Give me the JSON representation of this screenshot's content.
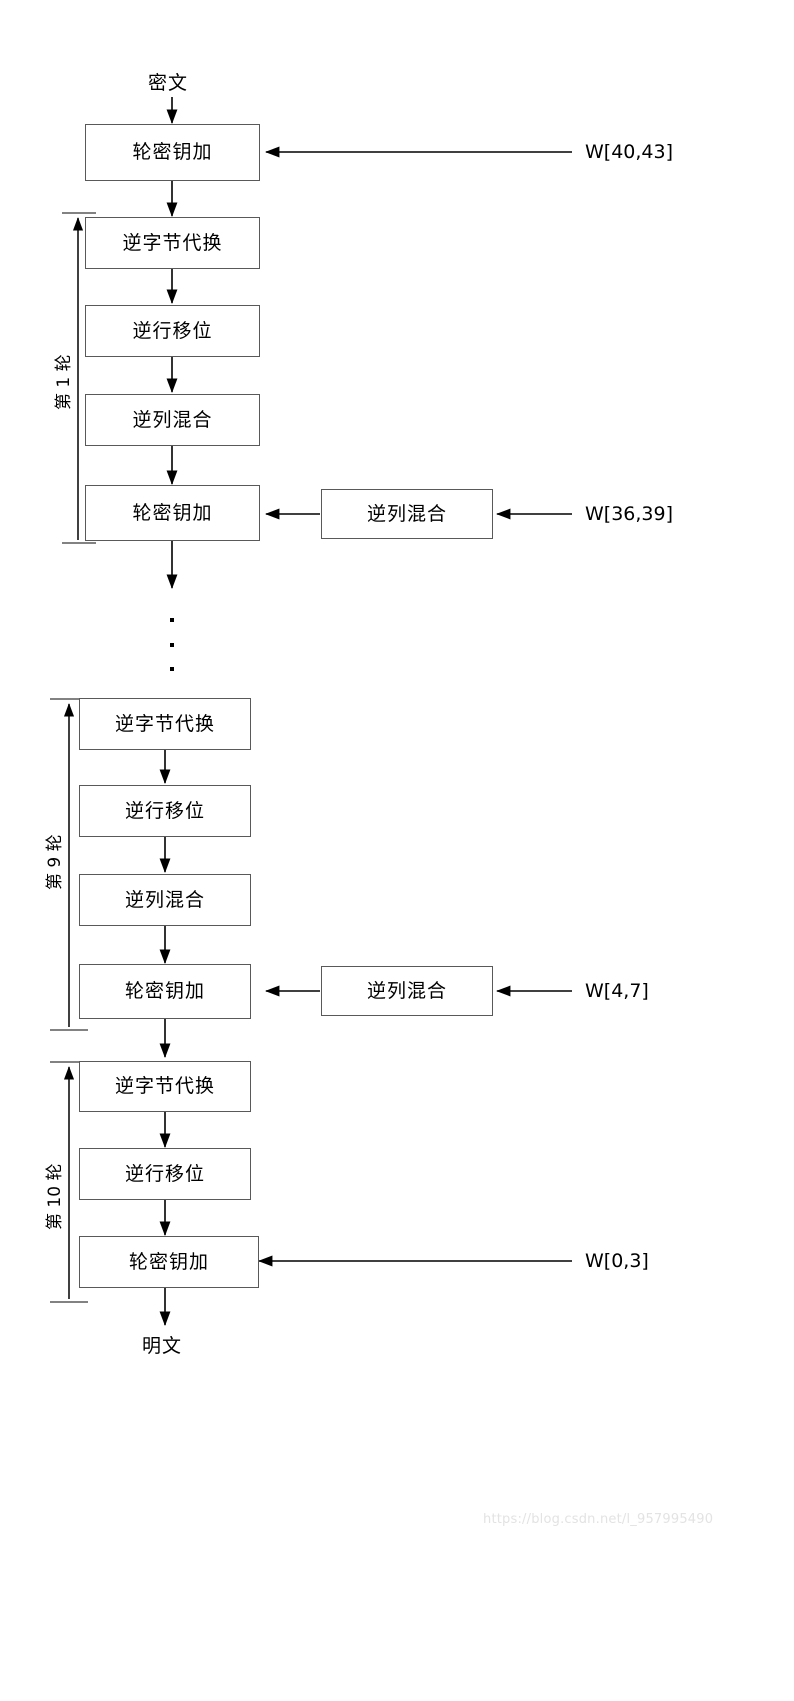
{
  "diagram": {
    "title_top": "密文",
    "title_bottom": "明文",
    "type": "flowchart",
    "description": "AES 解密流程图",
    "line_color": "#595959",
    "arrow_color": "#000000",
    "background": "#ffffff"
  },
  "labels": {
    "cipher_text": "密文",
    "plain_text": "明文",
    "add_round_key": "轮密钥加",
    "inv_sub_bytes": "逆字节代换",
    "inv_shift_rows": "逆行移位",
    "inv_mix_columns": "逆列混合",
    "round_1": "第 1 轮",
    "round_9": "第 9 轮",
    "round_10": "第 10 轮",
    "w_40_43": "W[40,43]",
    "w_36_39": "W[36,39]",
    "w_4_7": "W[4,7]",
    "w_0_3": "W[0,3]"
  },
  "stages": {
    "initial": {
      "box": "轮密钥加",
      "key": "W[40,43]"
    },
    "round1": {
      "name": "第 1 轮",
      "steps": [
        "逆字节代换",
        "逆行移位",
        "逆列混合",
        "轮密钥加"
      ],
      "key_transform": "逆列混合",
      "key": "W[36,39]"
    },
    "round9": {
      "name": "第 9 轮",
      "steps": [
        "逆字节代换",
        "逆行移位",
        "逆列混合",
        "轮密钥加"
      ],
      "key_transform": "逆列混合",
      "key": "W[4,7]"
    },
    "round10": {
      "name": "第 10 轮",
      "steps": [
        "逆字节代换",
        "逆行移位",
        "轮密钥加"
      ],
      "key_transform": "",
      "key": "W[0,3]"
    }
  },
  "watermark": "https://blog.csdn.net/l_957995490"
}
